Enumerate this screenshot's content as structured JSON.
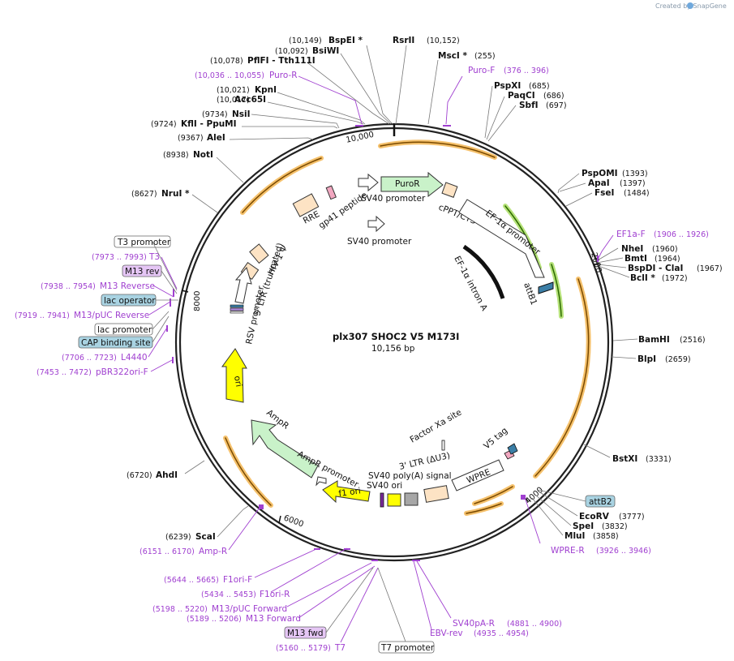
{
  "credit": "Created by SnapGene",
  "title": "plx307 SHOC2 V5 M173I",
  "length": "10,156 bp",
  "ticks": [
    "10,000",
    "2000",
    "4000",
    "6000",
    "8000"
  ],
  "sites": [
    {
      "name": "BspEI *",
      "pos": "(10,149)"
    },
    {
      "name": "BsiWI",
      "pos": "(10,092)"
    },
    {
      "name": "PflFI  - Tth111I",
      "pos": "(10,078)"
    },
    {
      "name": "KpnI",
      "pos": "(10,021)"
    },
    {
      "name": "Acc65I",
      "pos": "(10,017)"
    },
    {
      "name": "NsiI",
      "pos": "(9734)"
    },
    {
      "name": "KflI  - PpuMI",
      "pos": "(9724)"
    },
    {
      "name": "AleI",
      "pos": "(9367)"
    },
    {
      "name": "NotI",
      "pos": "(8938)"
    },
    {
      "name": "NruI *",
      "pos": "(8627)"
    },
    {
      "name": "RsrII",
      "pos": "(10,152)"
    },
    {
      "name": "MscI *",
      "pos": "(255)"
    },
    {
      "name": "PspXI",
      "pos": "(685)"
    },
    {
      "name": "PaqCI",
      "pos": "(686)"
    },
    {
      "name": "SbfI",
      "pos": "(697)"
    },
    {
      "name": "PspOMI",
      "pos": "(1393)"
    },
    {
      "name": "ApaI",
      "pos": "(1397)"
    },
    {
      "name": "FseI",
      "pos": "(1484)"
    },
    {
      "name": "NheI",
      "pos": "(1960)"
    },
    {
      "name": "BmtI",
      "pos": "(1964)"
    },
    {
      "name": "BspDI  - ClaI",
      "pos": "(1967)"
    },
    {
      "name": "BclI *",
      "pos": "(1972)"
    },
    {
      "name": "BamHI",
      "pos": "(2516)"
    },
    {
      "name": "BlpI",
      "pos": "(2659)"
    },
    {
      "name": "BstXI",
      "pos": "(3331)"
    },
    {
      "name": "EcoRV",
      "pos": "(3777)"
    },
    {
      "name": "SpeI",
      "pos": "(3832)"
    },
    {
      "name": "MluI",
      "pos": "(3858)"
    },
    {
      "name": "AhdI",
      "pos": "(6720)"
    },
    {
      "name": "ScaI",
      "pos": "(6239)"
    }
  ],
  "primers": [
    {
      "name": "Puro-R",
      "pos": "(10,036 .. 10,055)"
    },
    {
      "name": "Puro-F",
      "pos": "(376 .. 396)"
    },
    {
      "name": "EF1a-F",
      "pos": "(1906 .. 1926)"
    },
    {
      "name": "T3",
      "pos": "(7973 .. 7993)"
    },
    {
      "name": "M13 Reverse",
      "pos": "(7938 .. 7954)"
    },
    {
      "name": "M13/pUC Reverse",
      "pos": "(7919 .. 7941)"
    },
    {
      "name": "L4440",
      "pos": "(7706 .. 7723)"
    },
    {
      "name": "pBR322ori-F",
      "pos": "(7453 .. 7472)"
    },
    {
      "name": "Amp-R",
      "pos": "(6151 .. 6170)"
    },
    {
      "name": "F1ori-F",
      "pos": "(5644 .. 5665)"
    },
    {
      "name": "F1ori-R",
      "pos": "(5434 .. 5453)"
    },
    {
      "name": "M13/pUC Forward",
      "pos": "(5198 .. 5220)"
    },
    {
      "name": "M13 Forward",
      "pos": "(5189 .. 5206)"
    },
    {
      "name": "T7",
      "pos": "(5160 .. 5179)"
    },
    {
      "name": "SV40pA-R",
      "pos": "(4881 .. 4900)"
    },
    {
      "name": "EBV-rev",
      "pos": "(4935 .. 4954)"
    },
    {
      "name": "WPRE-R",
      "pos": "(3926 .. 3946)"
    }
  ],
  "boxes": {
    "t3_promoter": "T3 promoter",
    "m13_rev": "M13 rev",
    "lac_operator": "lac operator",
    "lac_promoter": "lac promoter",
    "cap_site": "CAP binding site",
    "attb2": "attB2",
    "m13_fwd": "M13 fwd",
    "t7_promoter": "T7 promoter"
  },
  "features": {
    "puror": "PuroR",
    "sv40_promoter_1": "SV40 promoter",
    "sv40_promoter_2": "SV40 promoter",
    "cppt": "cPPT/CTS",
    "ef1a_promoter": "EF-1α promoter",
    "ef1a_intron": "EF-1α intron A",
    "attb1": "attB1",
    "rre": "RRE",
    "gp41": "gp41 peptide",
    "hiv_psi": "HIV-1 Ψ",
    "ltr5": "5' LTR (truncated)",
    "rsv": "RSV promoter",
    "ori": "ori",
    "ampr": "AmpR",
    "ampr_promoter": "AmpR promoter",
    "f1ori": "f1 ori",
    "sv40ori": "SV40 ori",
    "sv40polya": "SV40 poly(A) signal",
    "ltr3": "3' LTR (ΔU3)",
    "wpre": "WPRE",
    "v5tag": "V5 tag",
    "factor_xa": "Factor Xa site"
  }
}
